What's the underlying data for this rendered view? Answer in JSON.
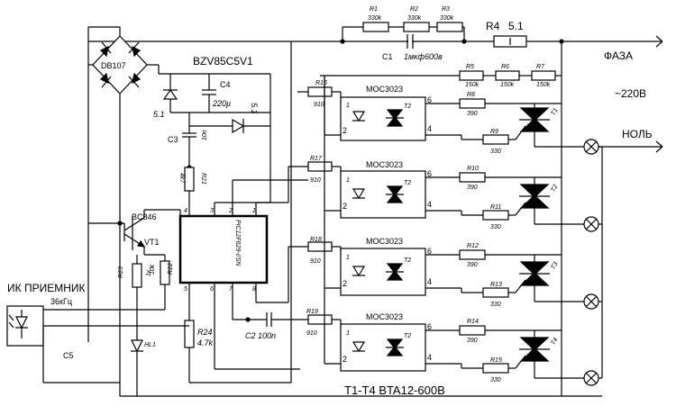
{
  "labels": {
    "r1": "R1",
    "r1v": "330k",
    "r2": "R2",
    "r2v": "330k",
    "r3": "R3",
    "r3v": "330k",
    "r4": "R4",
    "r4v": "5.1",
    "c1": "C1",
    "c1v": "1мкф600в",
    "r5": "R5",
    "r5v": "150k",
    "r6": "R6",
    "r6v": "150k",
    "r7": "R7",
    "r7v": "150k",
    "faza": "ФАЗА",
    "v220": "~220В",
    "nol": "НОЛЬ",
    "db": "DB107",
    "zener": "BZV85C5V1",
    "c4": "C4",
    "c4v": "220µ",
    "z51a": "5.1",
    "z51b": "5.1",
    "c3": "C3",
    "c3v": "10n",
    "r21": "R21",
    "r21v": "4k7",
    "mcu": "PIC12F629-I/SN",
    "bc": "BC846",
    "vt1": "VT1",
    "r23": "R23",
    "r23v": "1к",
    "r22": "R22",
    "r22v": "10k",
    "hl1": "HL1",
    "r24": "R24",
    "r24v": "4.7k",
    "c2": "C2 100n",
    "c5": "C5",
    "ir": "ИК ПРИЕМНИК",
    "irf": "36кГц",
    "tlabel": "T1-T4 BTA12-600B",
    "r16": "R16",
    "r17": "R17",
    "r18": "R18",
    "r19": "R19",
    "r910": "910",
    "moc": "MOC3023",
    "t2": "T2",
    "r8": "R8",
    "r10": "R10",
    "r12": "R12",
    "r14": "R14",
    "r390": "390",
    "r9": "R9",
    "r11": "R11",
    "r13": "R13",
    "r15": "R15",
    "r330": "330",
    "t1": "T1",
    "tt2": "T2",
    "t3": "T3",
    "t4": "T4",
    "pin1": "1",
    "pin2": "2",
    "pin4": "4",
    "pin6": "6",
    "pin3": "3",
    "pin5": "5",
    "pin7": "7",
    "pin8": "8"
  }
}
